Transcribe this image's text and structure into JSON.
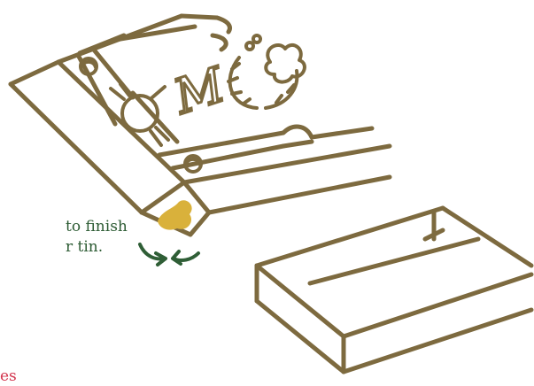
{
  "instruction": {
    "line1": "to finish",
    "line2": "r tin."
  },
  "footer_fragment": "es",
  "colors": {
    "outline": "#7d6a3f",
    "accent_fill": "#d9b13b",
    "arrow": "#2f5e36",
    "text_green": "#2c5b33",
    "text_red": "#d2344d"
  },
  "decor": {
    "monogram_letter": "M"
  }
}
